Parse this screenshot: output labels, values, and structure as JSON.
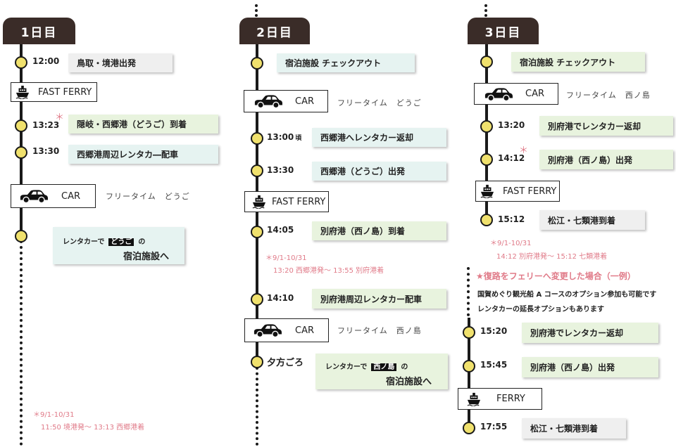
{
  "days": {
    "d1": "1日目",
    "d2": "2日目",
    "d3": "3日目"
  },
  "day1": {
    "t1": "12:00",
    "e1": "鳥取・境港出発",
    "ferry": "FAST FERRY",
    "t2": "13:23",
    "e2": "隠岐・西郷港（どうご）到着",
    "t3": "13:30",
    "e3": "西郷港周辺レンタカ―配車",
    "car": "CAR",
    "car_free": "フリータイム　どうご",
    "stay_pre": "レンタカーで",
    "stay_place": "どうご",
    "stay_post": "の",
    "stay_main": "宿泊施設へ",
    "note1": "＊9/1-10/31",
    "note2": "11:50 境港発～ 13:13 西郷港着"
  },
  "day2": {
    "e1": "宿泊施設 チェックアウト",
    "car1": "CAR",
    "car1_free": "フリータイム　どうご",
    "t2": "13:00",
    "t2_suffix": "頃",
    "e2": "西郷港へレンタカー返却",
    "t3": "13:30",
    "e3": "西郷港（どうご）出発",
    "ferry": "FAST FERRY",
    "t4": "14:05",
    "e4": "別府港（西ノ島）到着",
    "note1": "＊9/1-10/31",
    "note2": "13:20 西郷港発～ 13:55 別府港着",
    "t5": "14:10",
    "e5": "別府港周辺レンタカー配車",
    "car2": "CAR",
    "car2_free": "フリータイム　西ノ島",
    "t6": "夕方ごろ",
    "stay_pre": "レンタカーで",
    "stay_place": "西ノ島",
    "stay_post": "の",
    "stay_main": "宿泊施設へ"
  },
  "day3": {
    "e1": "宿泊施設 チェックアウト",
    "car": "CAR",
    "car_free": "フリータイム　西ノ島",
    "t2": "13:20",
    "e2": "別府港でレンタカー返却",
    "t3": "14:12",
    "e3": "別府港（西ノ島）出発",
    "ferry": "FAST FERRY",
    "t4": "15:12",
    "e4": "松江・七類港到着",
    "note1": "＊9/1-10/31",
    "note2": "14:12 別府港発～ 15:12 七類港着",
    "alt_title": "★復路をフェリーへ変更した場合（一例）",
    "alt_l1": "国賀めぐり観光船 A コースのオプション参加も可能です",
    "alt_l2": "レンタカーの延長オプションもあります",
    "t5": "15:20",
    "e5": "別府港でレンタカー返却",
    "t6": "15:45",
    "e6": "別府港（西ノ島）出発",
    "ferry2": "FERRY",
    "t7": "17:55",
    "e7": "松江・七類港到着"
  },
  "marks": {
    "asterisk": "＊"
  },
  "icons": {
    "ferry": "ferry-icon",
    "car": "car-icon"
  },
  "colors": {
    "header": "#3a2c28",
    "dot": "#f0e16d",
    "note": "#e07a88",
    "green": "#e8f3de",
    "blue": "#e6f3f1",
    "grey": "#efefef"
  }
}
